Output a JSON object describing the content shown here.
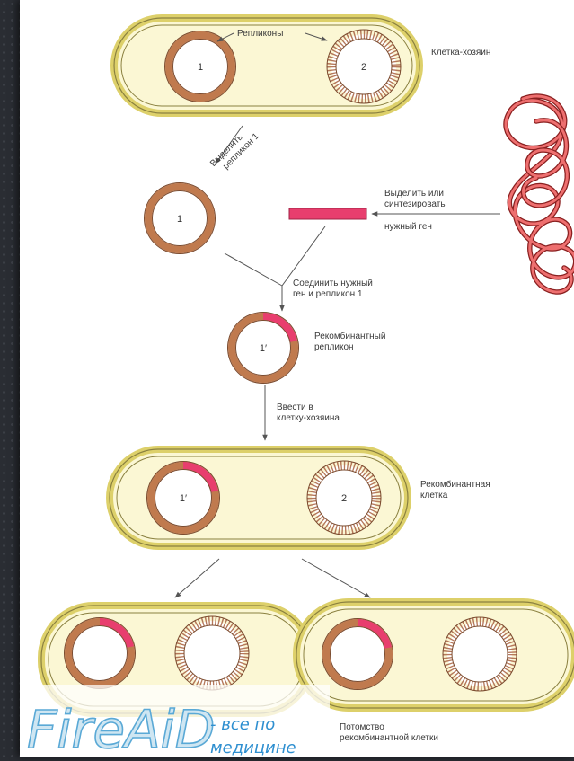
{
  "colors": {
    "cell_fill": "#fbf7d4",
    "cell_stroke": "#ddd06a",
    "replicon_1": "#c07a4e",
    "replicon_2": "#b5785a",
    "gene": "#e83e6e",
    "dna": "#e85b5b",
    "arrow": "#555555"
  },
  "labels": {
    "replicons": "Репликоны",
    "host_cell": "Клетка-хозяин",
    "isolate_line1": "Выделить",
    "isolate_line2": "репликон 1",
    "isolate_gene_line1": "Выделить или",
    "isolate_gene_line2": "синтезировать",
    "isolate_gene_line3": "нужный ген",
    "join_line1": "Соединить нужный",
    "join_line2": "ген и репликон 1",
    "recombinant_replicon_line1": "Рекомбинантный",
    "recombinant_replicon_line2": "репликон",
    "introduce_line1": "Ввести в",
    "introduce_line2": "клетку-хозяина",
    "recombinant_cell_line1": "Рекомбинантная",
    "recombinant_cell_line2": "клетка",
    "progeny_line1": "Потомство",
    "progeny_line2": "рекомбинантной клетки"
  },
  "numbers": {
    "one": "1",
    "two": "2",
    "one_prime": "1′"
  },
  "watermark": {
    "logo": "FireAiD",
    "tagline_line1": "- все по",
    "tagline_line2": "медицине"
  }
}
